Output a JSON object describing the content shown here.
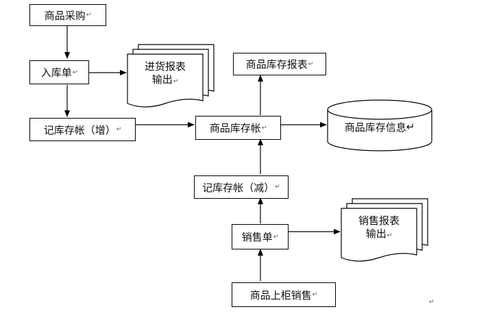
{
  "flowchart": {
    "nodes": {
      "purchase": "商品采购",
      "stock_in_slip": "入库单",
      "record_stock_increase": "记库存帐（增）",
      "product_inventory_ledger": "商品库存帐",
      "inventory_report": "商品库存报表",
      "inventory_info": "商品库存信息",
      "record_stock_decrease": "记库存帐（减）",
      "sales_slip": "销售单",
      "shelf_sales": "商品上柜销售"
    },
    "documents": {
      "purchase_report": [
        "进货报表",
        "输出"
      ],
      "sales_report": [
        "销售报表",
        "输出"
      ]
    },
    "paragraph_mark": "↵",
    "edges": [
      {
        "from": "purchase",
        "to": "stock_in_slip"
      },
      {
        "from": "stock_in_slip",
        "to": "purchase_report"
      },
      {
        "from": "stock_in_slip",
        "to": "record_stock_increase"
      },
      {
        "from": "record_stock_increase",
        "to": "product_inventory_ledger"
      },
      {
        "from": "product_inventory_ledger",
        "to": "inventory_report"
      },
      {
        "from": "product_inventory_ledger",
        "to": "inventory_info"
      },
      {
        "from": "record_stock_decrease",
        "to": "product_inventory_ledger"
      },
      {
        "from": "sales_slip",
        "to": "record_stock_decrease"
      },
      {
        "from": "sales_slip",
        "to": "sales_report"
      },
      {
        "from": "shelf_sales",
        "to": "sales_slip"
      }
    ]
  }
}
